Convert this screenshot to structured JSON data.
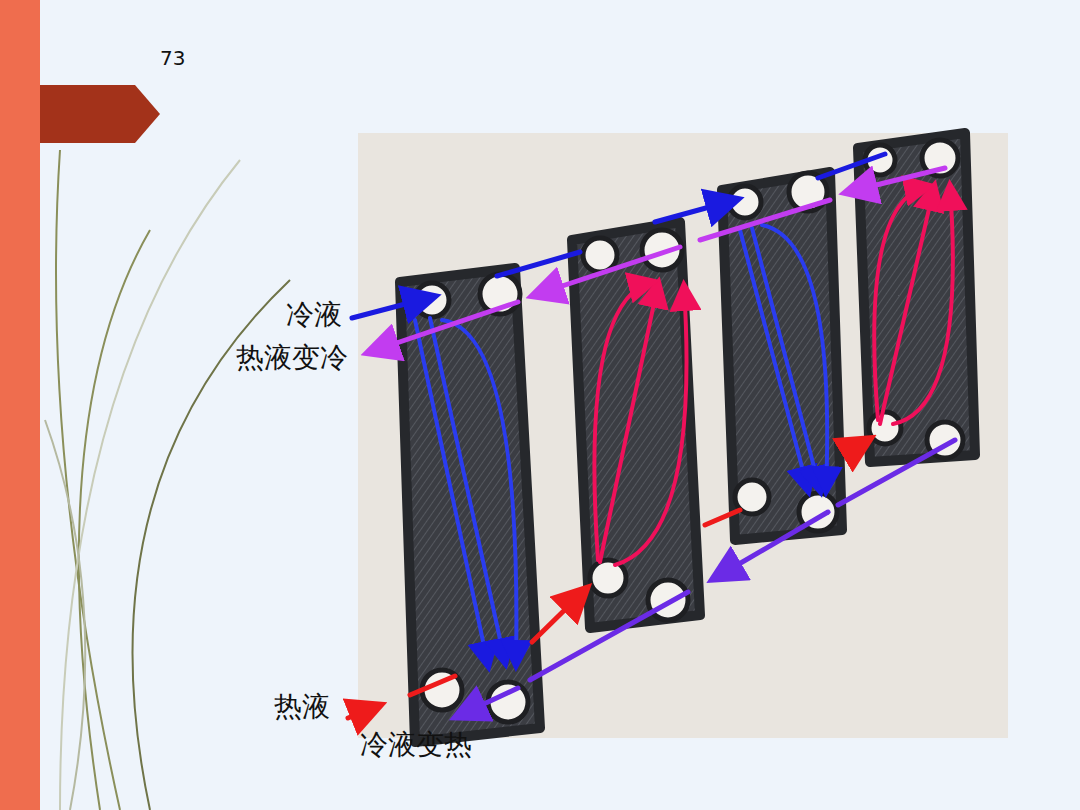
{
  "diagram": {
    "labels": [
      "73",
      "冷液",
      "热液变冷",
      "热液",
      "冷液变热"
    ]
  }
}
